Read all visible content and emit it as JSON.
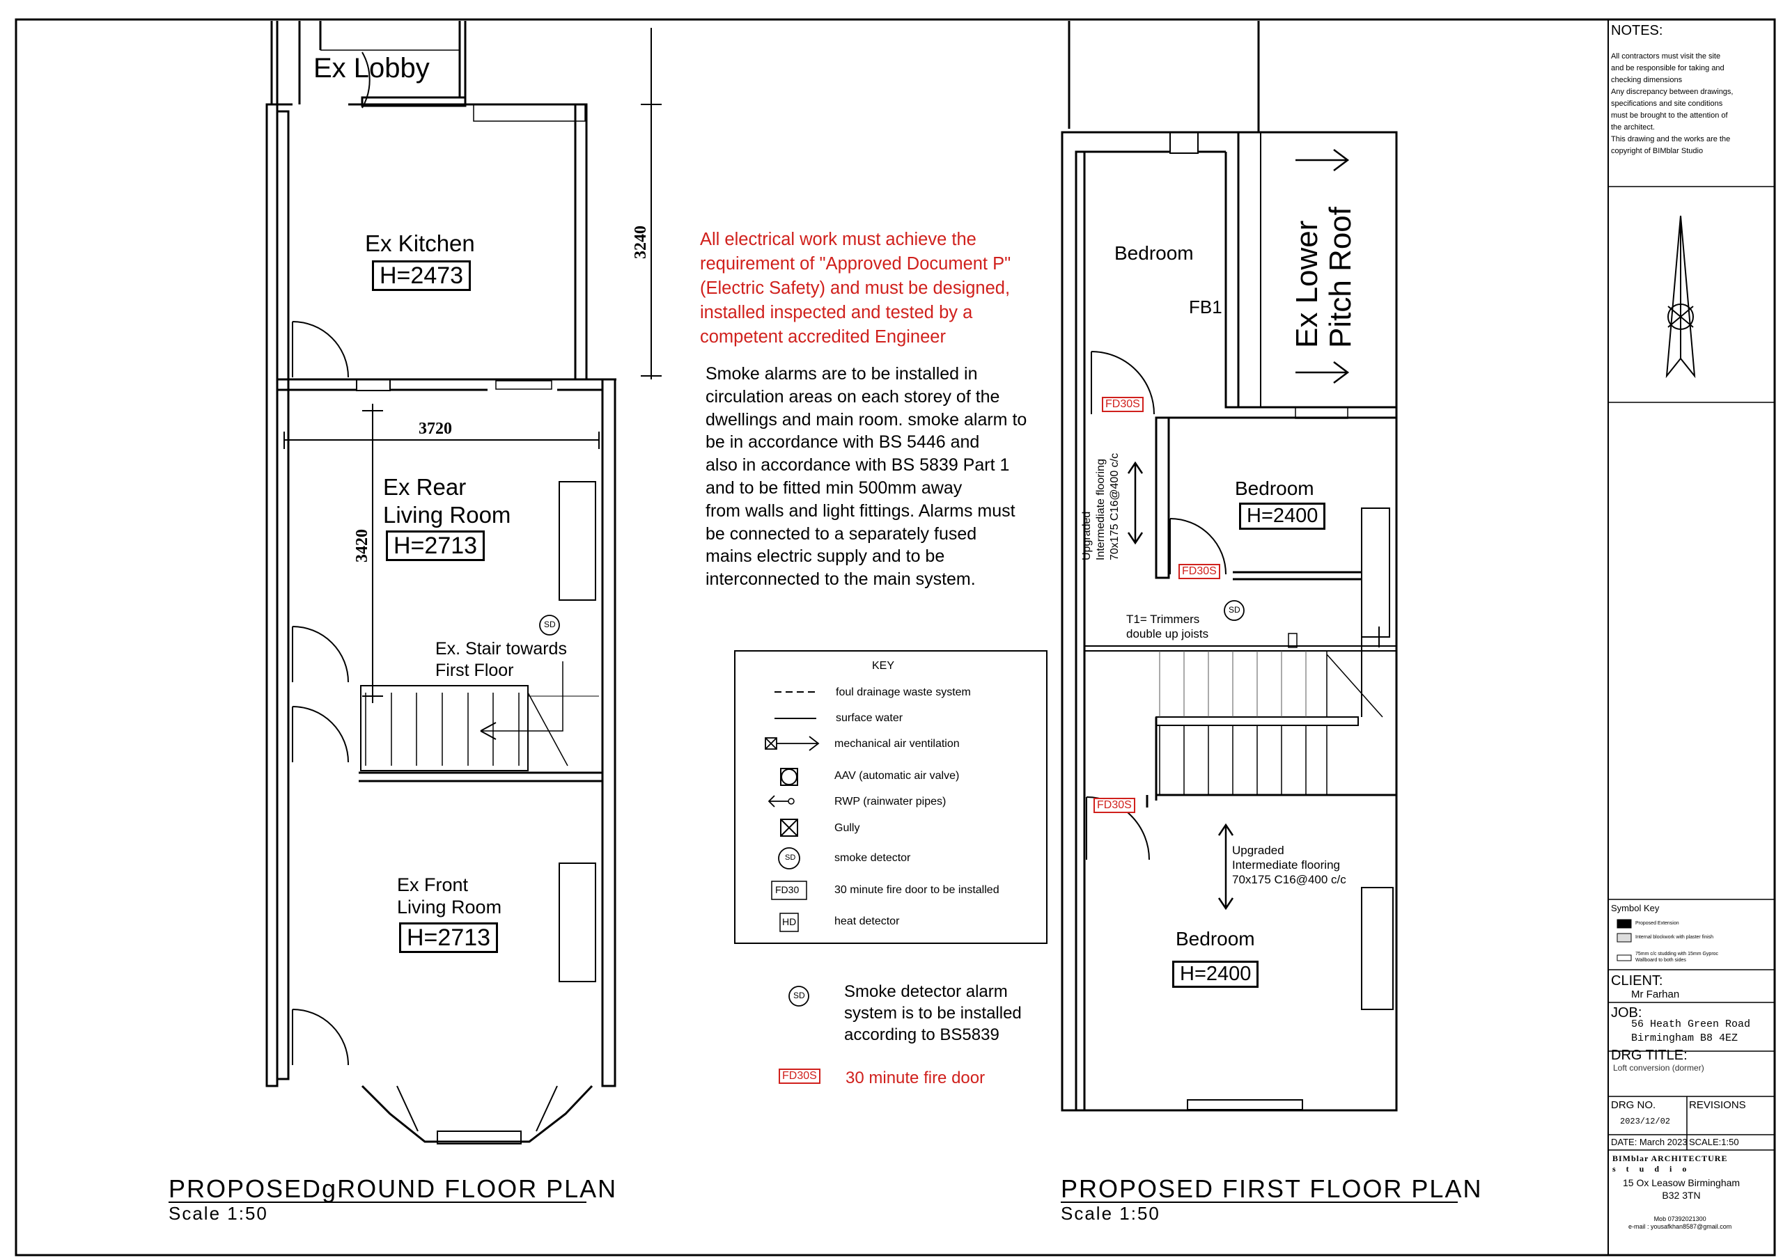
{
  "rooms": {
    "ex_lobby": "Ex Lobby",
    "ex_kitchen": "Ex Kitchen",
    "ex_kitchen_h": "H=2473",
    "ex_rear_1": "Ex Rear",
    "ex_rear_2": "Living Room",
    "ex_rear_h": "H=2713",
    "ex_stair_1": "Ex. Stair towards",
    "ex_stair_2": "First Floor",
    "ex_front_1": "Ex Front",
    "ex_front_2": "Living Room",
    "ex_front_h": "H=2713",
    "bedroom_a": "Bedroom",
    "fb1": "FB1",
    "bedroom_b": "Bedroom",
    "bedroom_b_h": "H=2400",
    "bedroom_c": "Bedroom",
    "bedroom_c_h": "H=2400",
    "ex_lower_1": "Ex Lower",
    "ex_lower_2": "Pitch Roof",
    "t1_1": "T1= Trimmers",
    "t1_2": "double up joists",
    "upg_v_1": "Upgraded",
    "upg_v_2": "Intermediate flooring",
    "upg_v_3": "70x175 C16@400 c/c",
    "upg_h_1": "Upgraded",
    "upg_h_2": "Intermediate flooring",
    "upg_h_3": "70x175 C16@400 c/c",
    "fd30s": "FD30S",
    "sd": "SD"
  },
  "dimensions": {
    "d3240": "3240",
    "d3720": "3720",
    "d3420": "3420"
  },
  "notes": {
    "electrical": "All electrical work must achieve the\nrequirement of \"Approved Document P\"\n(Electric Safety) and must be designed,\ninstalled inspected and tested by a\ncompetent accredited Engineer",
    "smoke": "Smoke alarms are to be installed in\ncirculation areas on each storey of the\ndwellings and main room. smoke alarm to\nbe in accordance with BS 5446 and\nalso in accordance with BS 5839 Part 1\nand to be fitted min 500mm away\nfrom walls and light fittings. Alarms must\nbe connected to a separately fused\nmains electric supply and to be\ninterconnected to the main system.",
    "sd_note": "Smoke detector alarm\nsystem is to be installed\naccording to BS5839",
    "fd_note": "30 minute fire door"
  },
  "key": {
    "title": "KEY",
    "items": [
      "foul drainage waste system",
      "surface water",
      "mechanical air ventilation",
      "AAV (automatic air valve)",
      "RWP (rainwater pipes)",
      "Gully",
      "smoke detector",
      "30 minute fire door to be installed",
      "heat detector"
    ],
    "fd30": "FD30",
    "hd": "HD"
  },
  "titles": {
    "ground": "PROPOSEDgROUND FLOOR PLAN",
    "ground_scale": "Scale 1:50",
    "first": "PROPOSED FIRST FLOOR PLAN",
    "first_scale": "Scale 1:50"
  },
  "title_block": {
    "notes_head": "NOTES:",
    "notes_body": "All contractors must visit the site\nand be responsible for taking and\nchecking dimensions\nAny discrepancy between drawings,\nspecifications and site conditions\nmust be brought to the attention of\nthe architect.\nThis drawing and the works are the\ncopyright of BIMblar Studio",
    "symbol_key": "Symbol Key",
    "sym1": "Proposed Extension",
    "sym2": "Internal blockwork with plaster finish",
    "sym3": "75mm c/c studding with 15mm Gyproc\nWallboard to both sides",
    "client_label": "CLIENT:",
    "client": "Mr Farhan",
    "job_label": "JOB:",
    "job": "56 Heath Green Road\nBirmingham B8 4EZ",
    "drg_title_label": "DRG TITLE:",
    "drg_title": "Loft conversion (dormer)",
    "drg_no_label": "DRG NO.",
    "revisions": "REVISIONS",
    "drg_no": "2023/12/02",
    "date": "DATE: March 2023",
    "scale": "SCALE:1:50",
    "firm_1": "BIMblar ARCHITECTURE",
    "firm_2": "s  t  u  d  i  o",
    "addr": "15 Ox Leasow Birmingham\nB32 3TN",
    "contact": "Mob 07392021300\ne-mail : yousafkhan8587@gmail.com"
  }
}
